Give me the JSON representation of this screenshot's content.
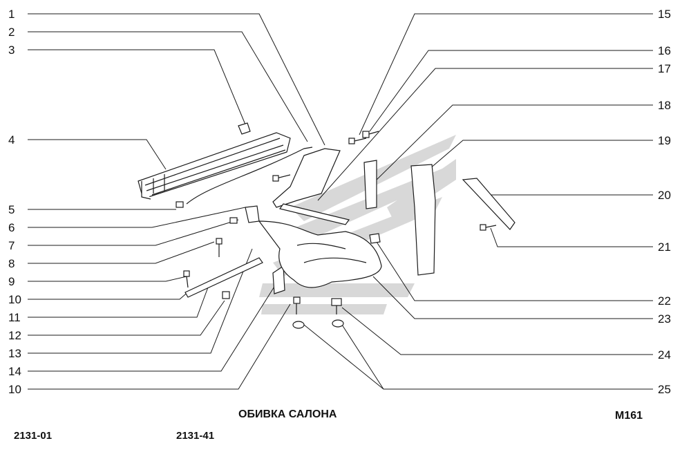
{
  "diagram": {
    "title": "ОБИВКА САЛОНА",
    "code": "M161",
    "model_left": "2131-01",
    "model_right": "2131-41",
    "callouts_left": [
      "1",
      "2",
      "3",
      "4",
      "5",
      "6",
      "7",
      "8",
      "9",
      "10",
      "11",
      "12",
      "13",
      "14",
      "10"
    ],
    "callouts_right": [
      "15",
      "16",
      "17",
      "18",
      "19",
      "20",
      "21",
      "22",
      "23",
      "24",
      "25"
    ]
  },
  "colors": {
    "line": "#1a1a1a",
    "watermark": "#d6d6d6"
  }
}
